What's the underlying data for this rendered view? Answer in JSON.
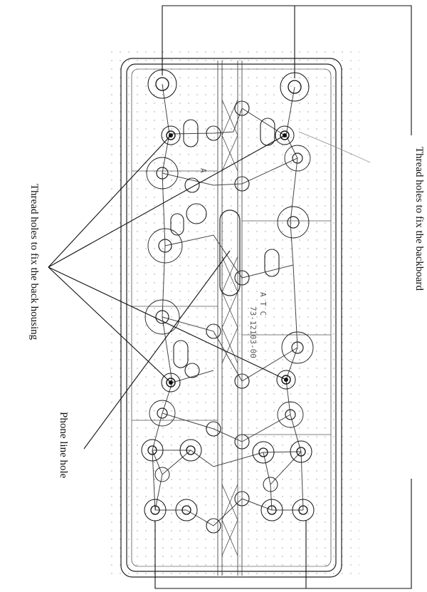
{
  "callouts": {
    "backboard": "Thread holes to fix the backboard",
    "back_housing": "Thread holes to fix the back housing",
    "phone_line": "Phone line hole"
  },
  "board_markings": {
    "part_number": "73-12103-00",
    "letters": "A T C",
    "side_code": "A"
  }
}
